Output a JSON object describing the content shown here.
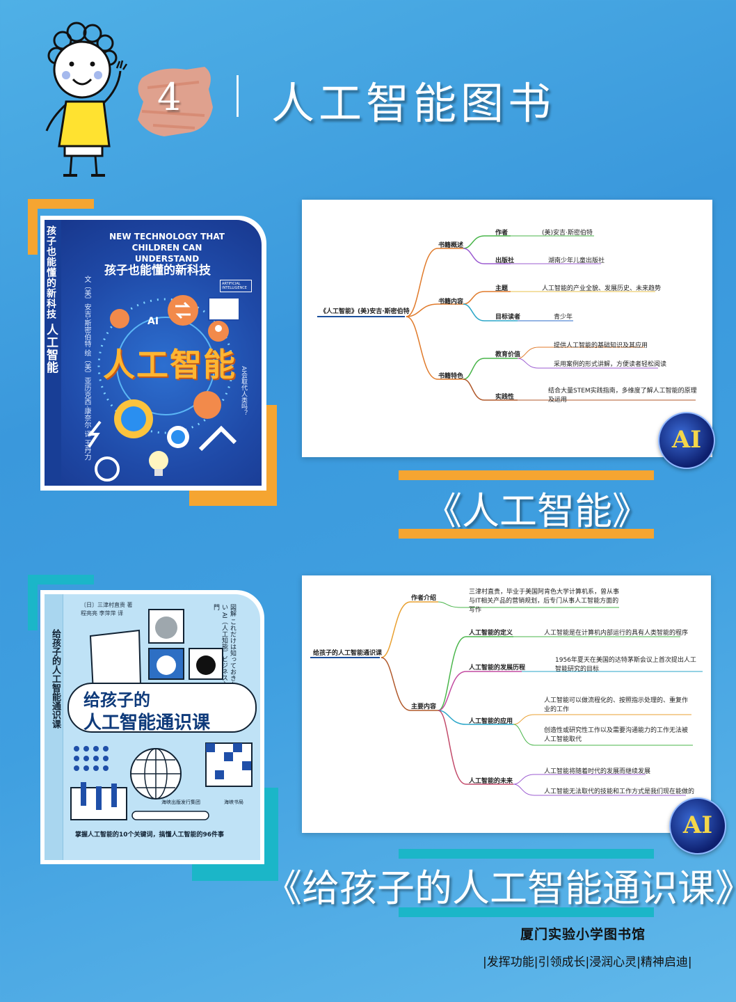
{
  "header": {
    "number": "4",
    "title": "人工智能图书"
  },
  "book1": {
    "cover": {
      "en_title": "NEW TECHNOLOGY THAT CHILDREN CAN UNDERSTAND",
      "series": "孩子也能懂的新科技",
      "title": "人工智能",
      "spine_series": "孩子也能懂的新科技",
      "spine_title": "人工智能",
      "authors": "文〔美〕安吉·斯密伯特",
      "illustrator": "绘〔美〕亚历克西·康奈尔",
      "translator": "译 王丹力",
      "side_note": "AI会取代人类吗？",
      "icon_label": "AI",
      "badge_label": "ARTIFICIAL INTELLIGENCE"
    },
    "mindmap": {
      "root": "《人工智能》(美)安吉·斯密伯特",
      "branches": [
        {
          "label": "书籍概述",
          "children": [
            {
              "label": "作者",
              "value": "(美)安吉·斯密伯特"
            },
            {
              "label": "出版社",
              "value": "湖南少年儿童出版社"
            }
          ]
        },
        {
          "label": "书籍内容",
          "children": [
            {
              "label": "主题",
              "value": "人工智能的产业全貌、发展历史、未来趋势"
            },
            {
              "label": "目标读者",
              "value": "青少年"
            }
          ]
        },
        {
          "label": "书籍特色",
          "children": [
            {
              "label": "教育价值",
              "values": [
                "提供人工智能的基础知识及其应用",
                "采用案例的形式讲解，方便读者轻松阅读"
              ]
            },
            {
              "label": "实践性",
              "value": "结合大量STEM实践指南，多维度了解人工智能的原理及运用"
            }
          ]
        }
      ]
    },
    "caption": "《人工智能》"
  },
  "book2": {
    "cover": {
      "title_line1": "给孩子的",
      "title_line2": "人工智能通识课",
      "spine": "给孩子的人工智能通识课",
      "jp_note": "図解 これだけは知っておきたい AI（人工知能）ビジネス入門",
      "authors": "〔日〕三津村直贵 著",
      "translators": "程亮亮 李萍萍 译",
      "tagline": "掌握人工智能的10个关键词，搞懂人工智能的96件事",
      "publisher": "海峡出版发行集团",
      "imprint": "海峡书局"
    },
    "mindmap": {
      "root": "给孩子的人工智能通识课",
      "branches": [
        {
          "label": "作者介绍",
          "value": "三津村直贵，毕业于美国阿肯色大学计算机系，曾从事与IT相关产品的营销规划，后专门从事人工智能方面的写作"
        },
        {
          "label": "主要内容",
          "children": [
            {
              "label": "人工智能的定义",
              "value": "人工智能是在计算机内部运行的具有人类智能的程序"
            },
            {
              "label": "人工智能的发展历程",
              "value": "1956年夏天在美国的达特茅斯会议上首次提出人工智能研究的目标"
            },
            {
              "label": "人工智能的应用",
              "values": [
                "人工智能可以做流程化的、按照指示处理的、重复作业的工作",
                "创造性或研究性工作以及需要沟通能力的工作无法被人工智能取代"
              ]
            },
            {
              "label": "人工智能的未来",
              "values": [
                "人工智能将随着时代的发展而继续发展",
                "人工智能无法取代的技能和工作方式是我们现在能做的"
              ]
            }
          ]
        }
      ]
    },
    "caption": "《给孩子的人工智能通识课》"
  },
  "ai_badge": "AI",
  "footer": {
    "library": "厦门实验小学图书馆",
    "motto": "|发挥功能|引领成长|浸润心灵|精神启迪|"
  },
  "colors": {
    "accent_orange": "#f5a531",
    "accent_teal": "#1bb6c8",
    "brush": "#e8a089",
    "book1_blue": "#1f4aa8",
    "book2_blue": "#bfe2f6"
  }
}
